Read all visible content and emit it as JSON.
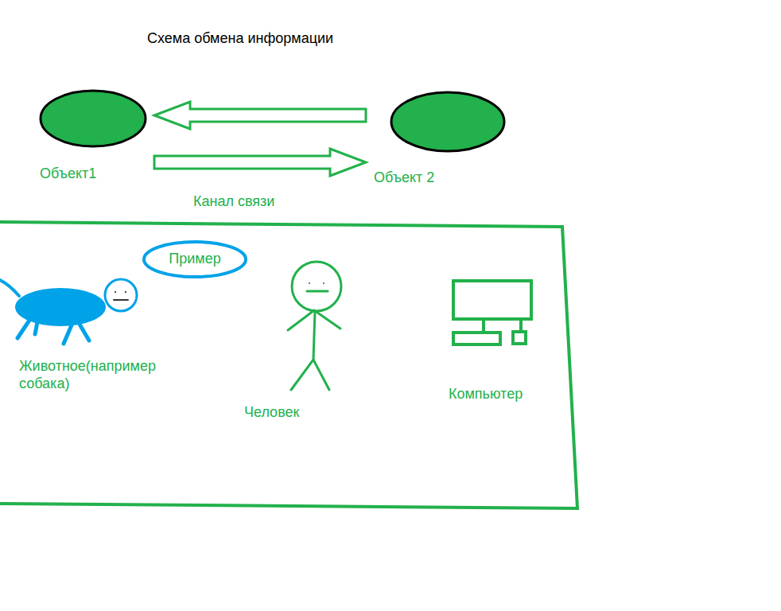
{
  "diagram": {
    "title": "Схема обмена информации",
    "nodes": [
      {
        "text": [
          "Объект1"
        ]
      },
      {
        "text": [
          "Объект 2"
        ]
      },
      {
        "text": []
      },
      {
        "text": [
          "Пример"
        ],
        "in": 2
      }
    ],
    "edges": [
      {
        "from": 1,
        "to": 0,
        "arrow": "to"
      },
      {
        "from": 0,
        "to": 1,
        "arrow": "to"
      }
    ],
    "labels": [
      "Канал связи",
      "Животное(например собака)",
      "Человек",
      "Компьютер"
    ]
  }
}
